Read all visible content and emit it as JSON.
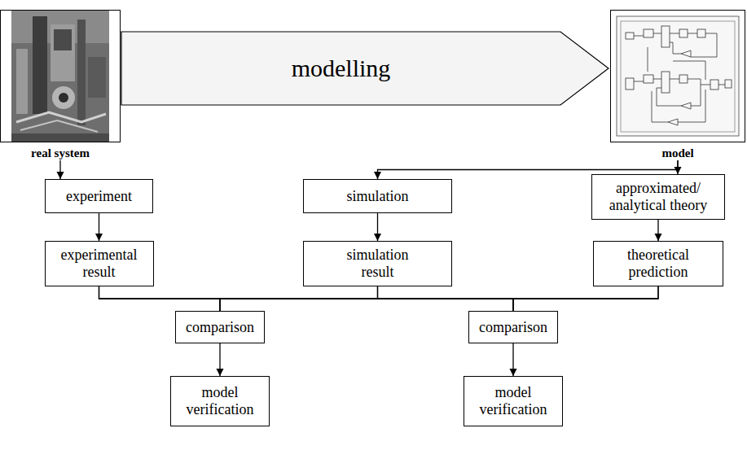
{
  "diagram": {
    "nodes": [
      {
        "text": [
          "real system"
        ]
      },
      {
        "text": [
          "modelling"
        ]
      },
      {
        "text": [
          "model"
        ]
      },
      {
        "text": [
          "experiment"
        ]
      },
      {
        "text": [
          "simulation"
        ]
      },
      {
        "text": [
          "approximated/ analytical theory"
        ]
      },
      {
        "text": [
          "experimental result"
        ]
      },
      {
        "text": [
          "simulation result"
        ]
      },
      {
        "text": [
          "theoretical prediction"
        ]
      },
      {
        "text": [
          "comparison"
        ]
      },
      {
        "text": [
          "comparison"
        ]
      },
      {
        "text": [
          "model verification"
        ]
      },
      {
        "text": [
          "model verification"
        ]
      }
    ],
    "edges": [
      {
        "from": 0,
        "to": 3,
        "arrow": "to"
      },
      {
        "from": 2,
        "to": 4,
        "arrow": "to"
      },
      {
        "from": 2,
        "to": 5,
        "arrow": "to"
      },
      {
        "from": 3,
        "to": 6,
        "arrow": "to"
      },
      {
        "from": 4,
        "to": 7,
        "arrow": "to"
      },
      {
        "from": 5,
        "to": 8,
        "arrow": "to"
      },
      {
        "from": 6,
        "to": 9,
        "arrow": "none"
      },
      {
        "from": 7,
        "to": 9,
        "arrow": "none"
      },
      {
        "from": 8,
        "to": 9,
        "arrow": "none"
      },
      {
        "from": 6,
        "to": 10,
        "arrow": "none"
      },
      {
        "from": 7,
        "to": 10,
        "arrow": "none"
      },
      {
        "from": 8,
        "to": 10,
        "arrow": "none"
      },
      {
        "from": 9,
        "to": 11,
        "arrow": "to"
      },
      {
        "from": 10,
        "to": 12,
        "arrow": "to"
      }
    ]
  }
}
